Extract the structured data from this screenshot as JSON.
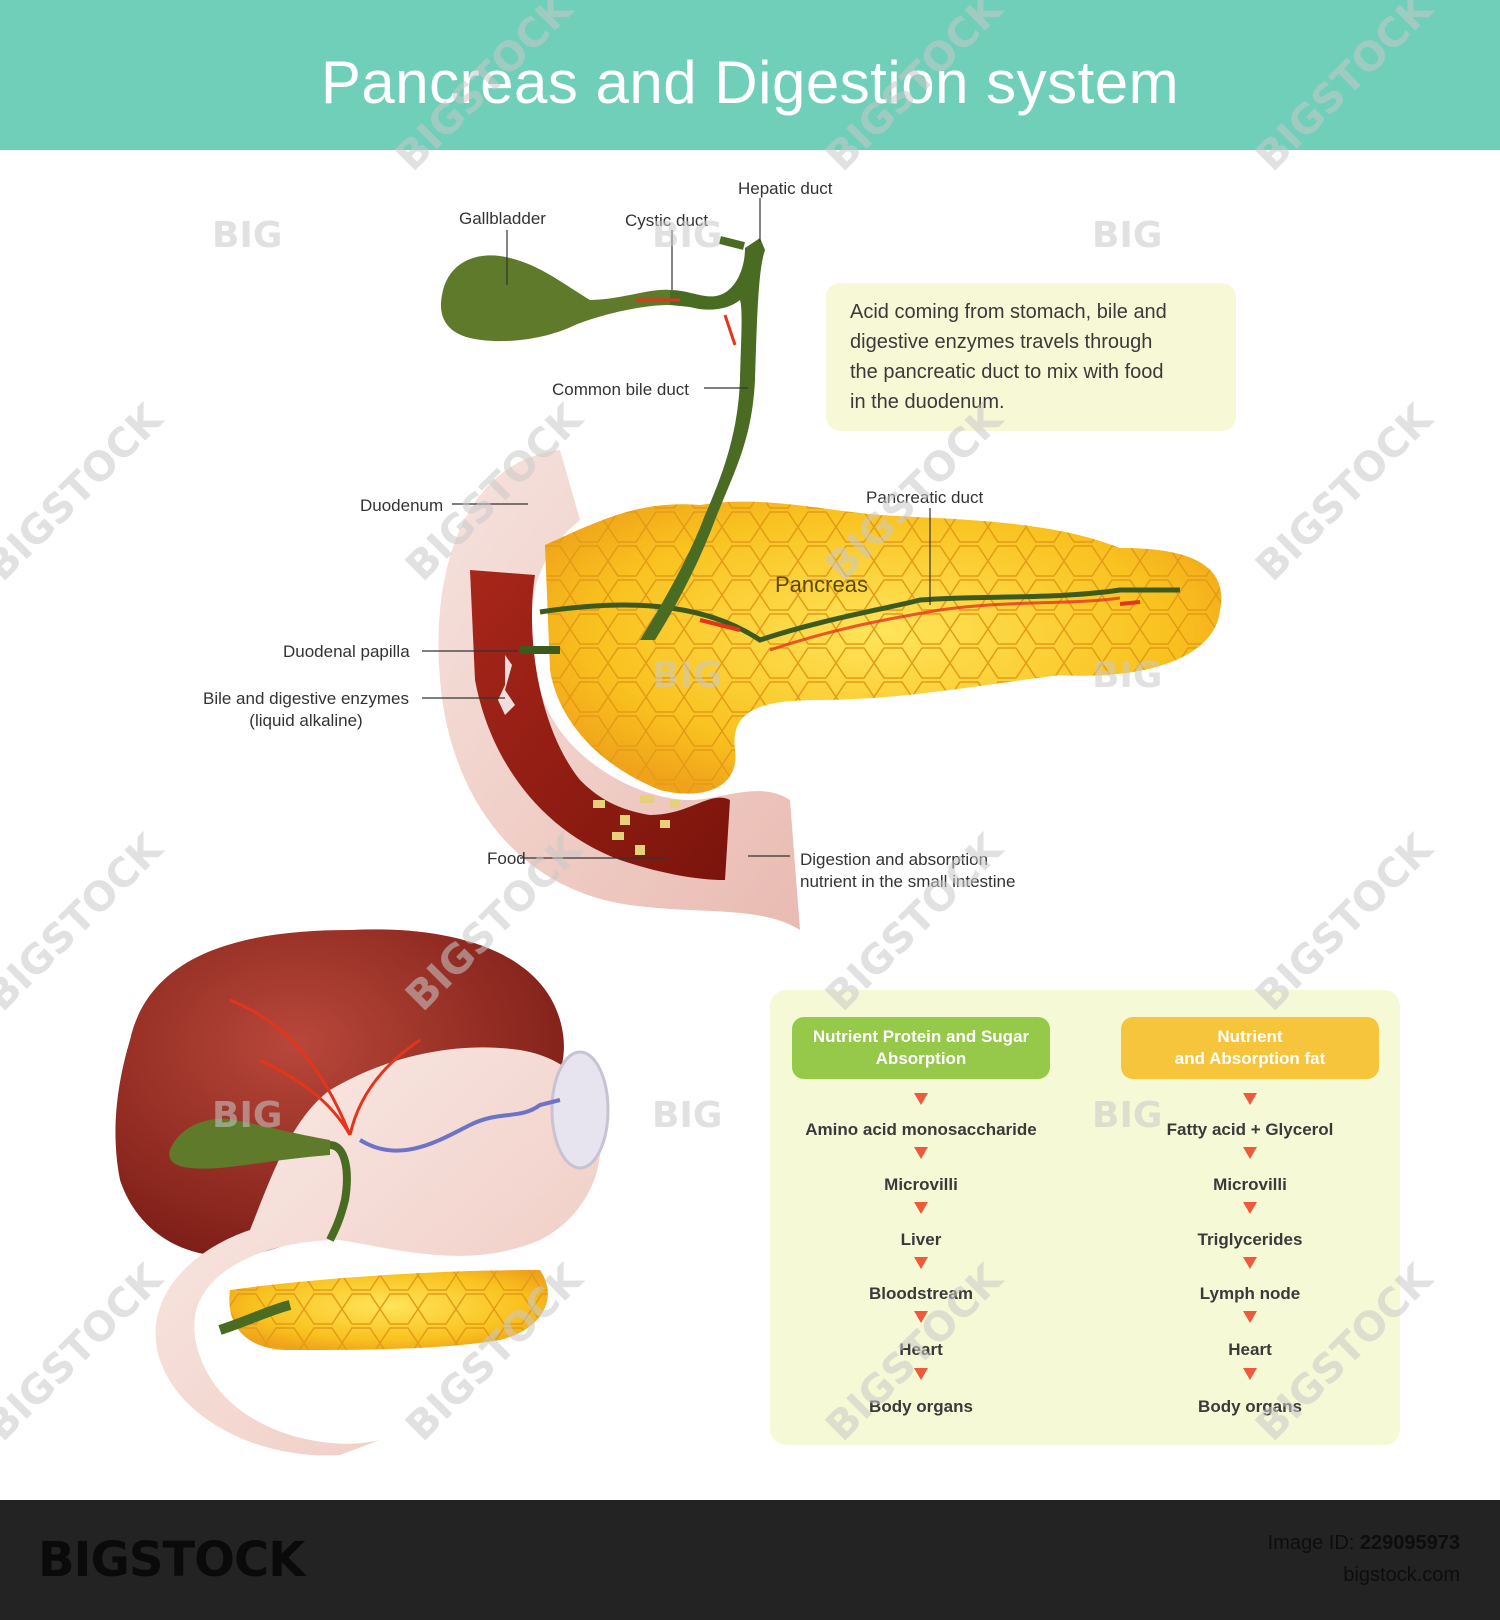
{
  "header": {
    "title": "Pancreas and Digestion system"
  },
  "labels": {
    "hepatic_duct": "Hepatic duct",
    "gallbladder": "Gallbladder",
    "cystic_duct": "Cystic duct",
    "common_bile_duct": "Common bile duct",
    "duodenum": "Duodenum",
    "pancreatic_duct": "Pancreatic duct",
    "pancreas": "Pancreas",
    "duodenal_papilla": "Duodenal papilla",
    "bile_enzymes_1": "Bile and digestive enzymes",
    "bile_enzymes_2": "(liquid alkaline)",
    "food": "Food",
    "digestion_1": "Digestion and absorption",
    "digestion_2": "nutrient in the small intestine"
  },
  "info_box": {
    "lines": [
      "Acid coming from stomach, bile and",
      "digestive enzymes travels through",
      "the pancreatic duct to mix with food",
      "in the duodenum."
    ]
  },
  "absorption": {
    "protein_sugar": {
      "header_1": "Nutrient Protein and Sugar",
      "header_2": "Absorption",
      "steps": [
        "Amino acid monosaccharide",
        "Microvilli",
        "Liver",
        "Bloodstream",
        "Heart",
        "Body organs"
      ]
    },
    "fat": {
      "header_1": "Nutrient",
      "header_2": "and Absorption fat",
      "steps": [
        "Fatty acid + Glycerol",
        "Microvilli",
        "Triglycerides",
        "Lymph node",
        "Heart",
        "Body organs"
      ]
    },
    "colors": {
      "protein_header": "#96c84a",
      "fat_header": "#f7c53c",
      "arrow": "#f05a3a",
      "panel": "#f6f9d6"
    }
  },
  "watermarks": {
    "rotated": "BIGSTOCK",
    "short": "BIG"
  },
  "footer": {
    "logo": "BIGSTOCK",
    "image_id_label": "Image ID:",
    "image_id": "229095973",
    "site": "bigstock.com"
  },
  "colors": {
    "header_bg": "#6fcfb8",
    "footer_bg": "#232323",
    "info_bg": "#f7f8d6"
  }
}
